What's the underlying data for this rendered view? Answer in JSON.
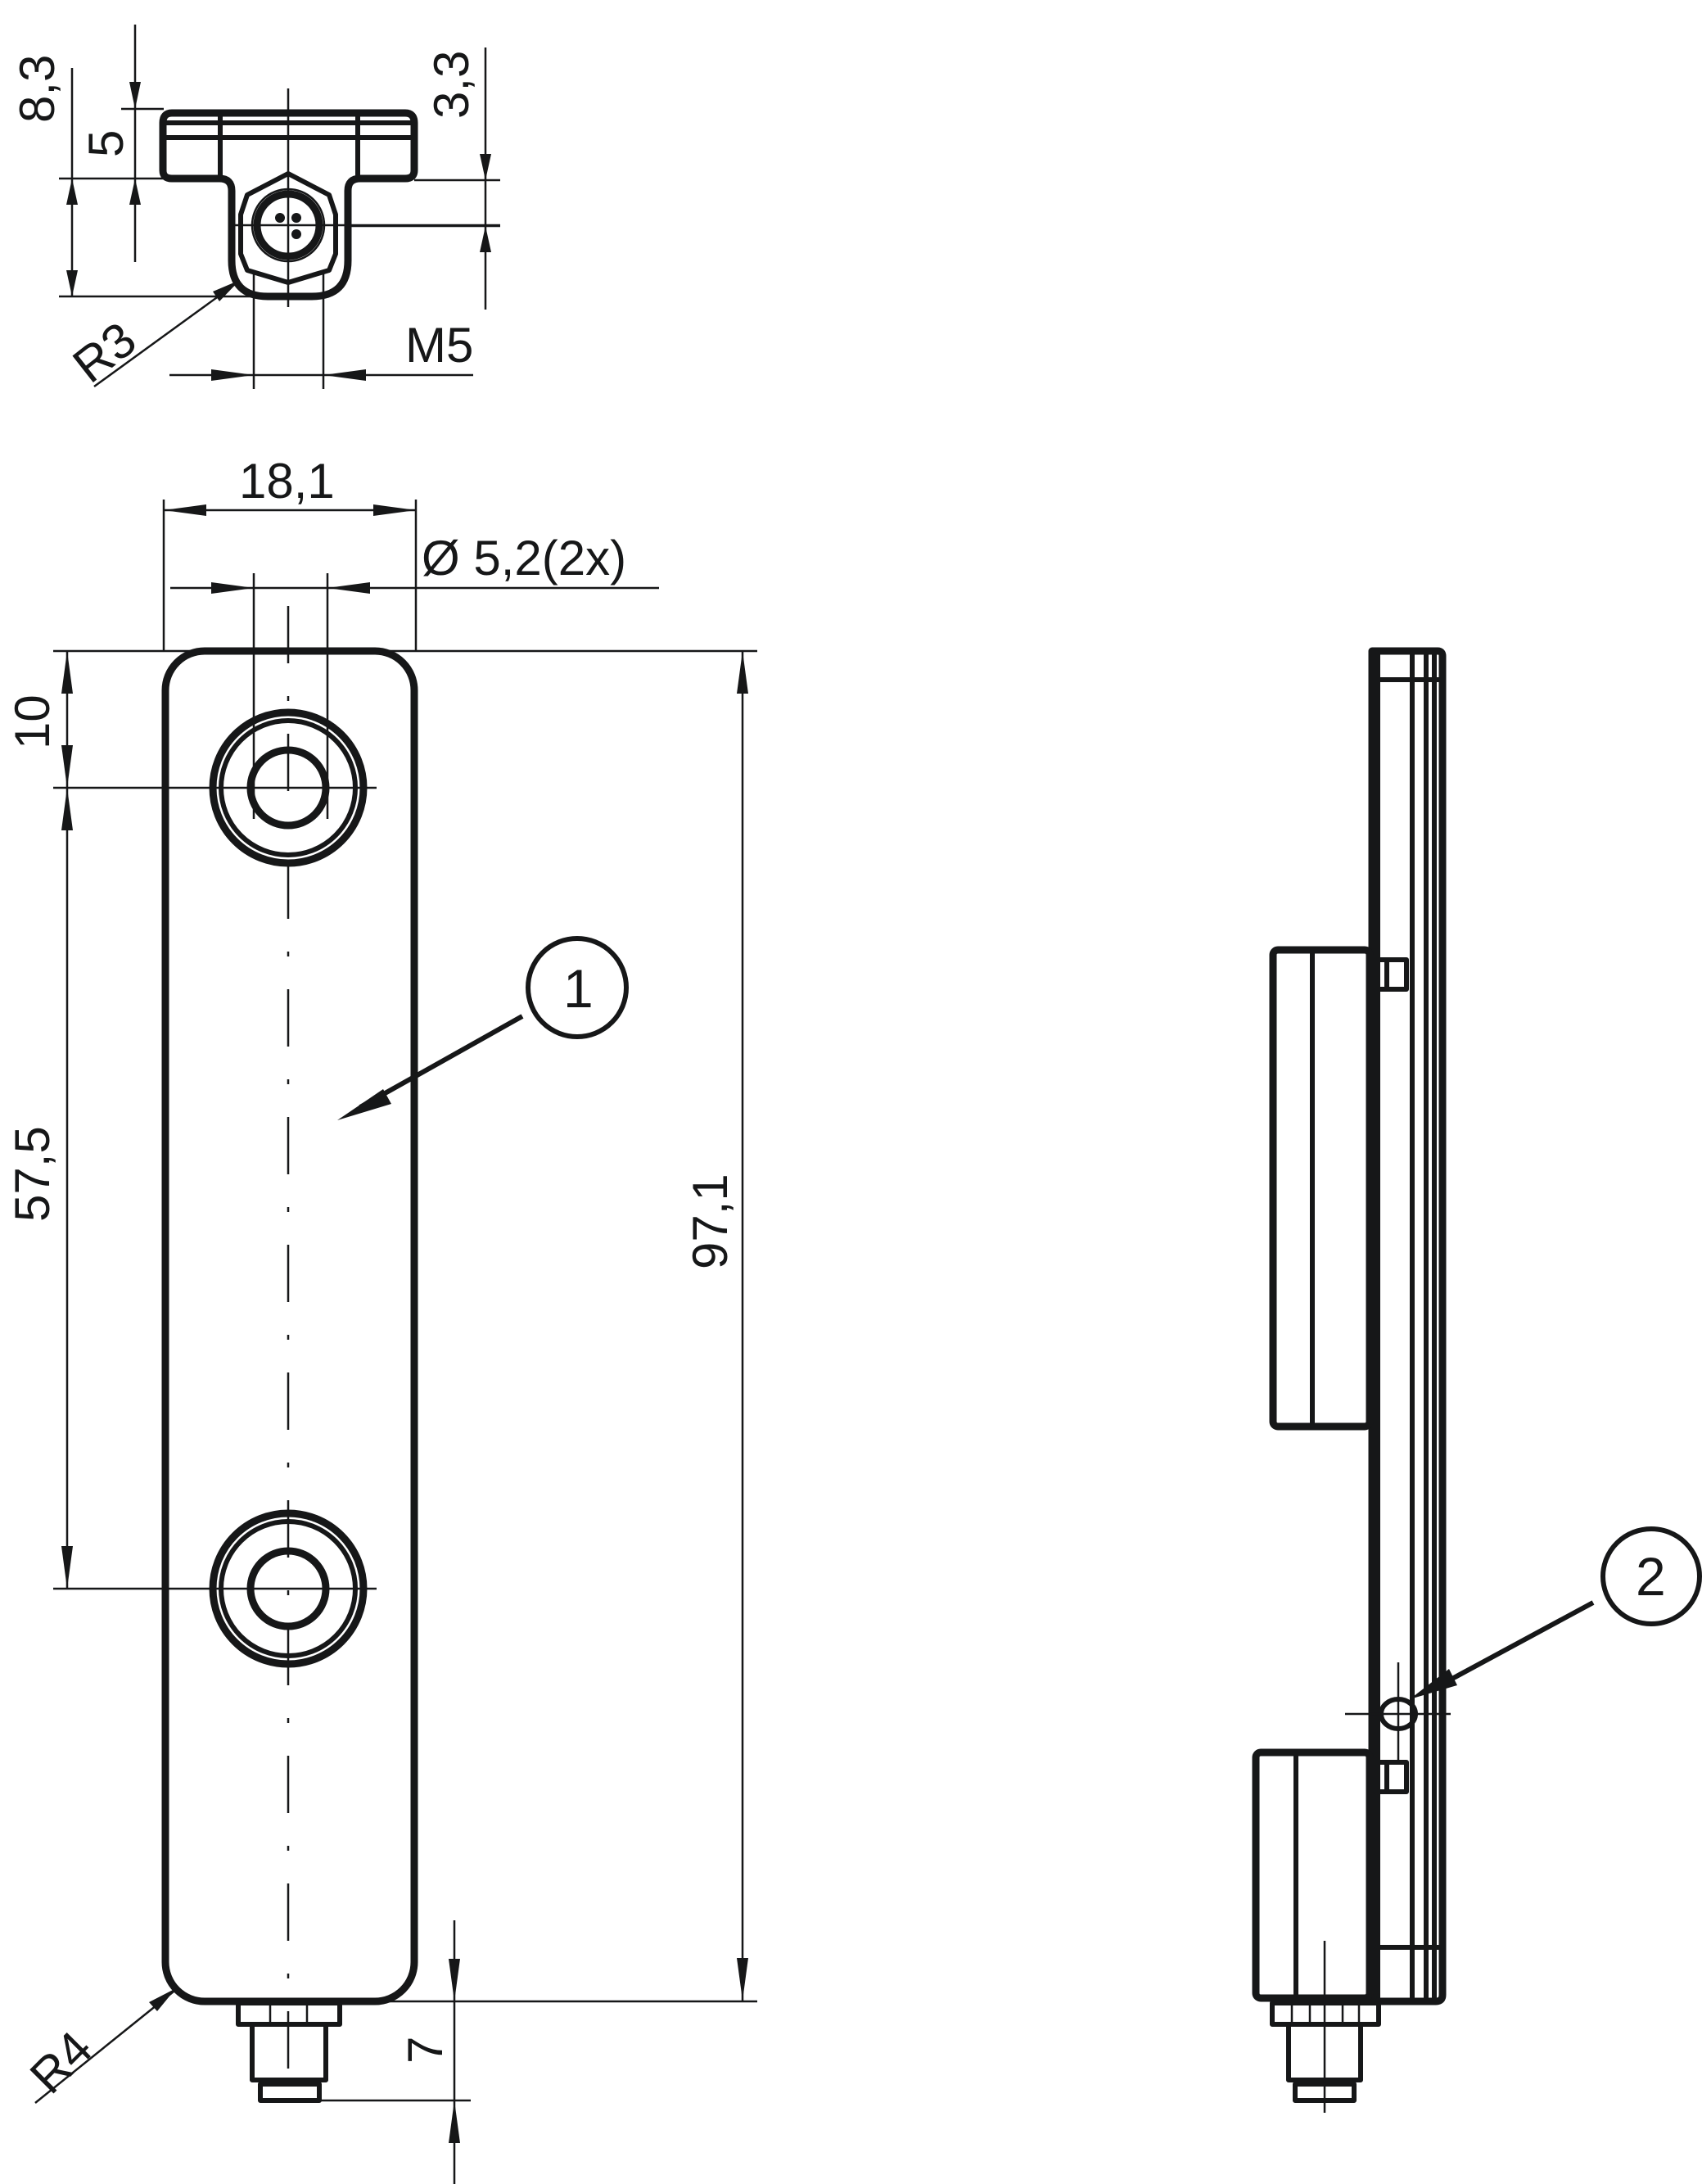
{
  "drawing": {
    "background": "#ffffff",
    "line_color": "#161718",
    "views": [
      "top-view",
      "front-view",
      "side-view"
    ]
  },
  "top_view": {
    "dimensions": {
      "overall_height": "8,3",
      "flange_height": "5",
      "connector_offset": "3,3",
      "radius": "R3",
      "thread": "M5"
    }
  },
  "front_view": {
    "dimensions": {
      "width": "18,1",
      "hole_diameter": "Ø 5,2(2x)",
      "hole_offset": "10",
      "hole_spacing": "57,5",
      "overall_length": "97,1",
      "connector_length": "7",
      "corner_radius": "R4"
    },
    "balloon": "1"
  },
  "side_view": {
    "balloon": "2"
  }
}
